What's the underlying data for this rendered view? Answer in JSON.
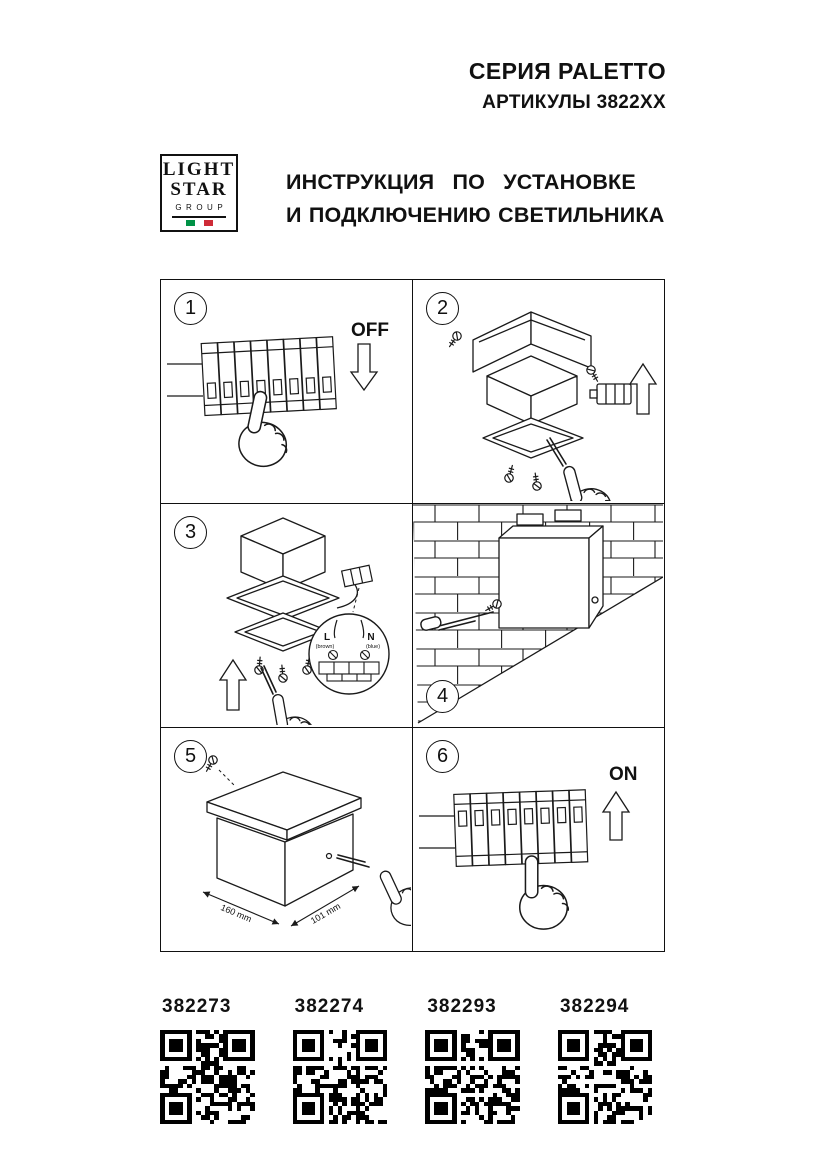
{
  "page": {
    "background": "#ffffff",
    "ink": "#111111"
  },
  "header": {
    "series": "СЕРИЯ PALETTO",
    "articles": "АРТИКУЛЫ 3822XX"
  },
  "logo": {
    "line1": "LIGHT",
    "line2": "STAR",
    "line3": "GROUP",
    "flag_green": "#009246",
    "flag_white": "#ffffff",
    "flag_red": "#ce2b37"
  },
  "title": {
    "line1": "ИНСТРУКЦИЯ ПО УСТАНОВКЕ",
    "line2": "И ПОДКЛЮЧЕНИЮ СВЕТИЛЬНИКА"
  },
  "steps": [
    {
      "number": "1",
      "switch_label": "OFF"
    },
    {
      "number": "2"
    },
    {
      "number": "3",
      "terminal": {
        "l": "L",
        "l_color": "(brown)",
        "n": "N",
        "n_color": "(blue)"
      }
    },
    {
      "number": "4"
    },
    {
      "number": "5",
      "width_label": "160 mm",
      "depth_label": "101 mm"
    },
    {
      "number": "6",
      "switch_label": "ON"
    }
  ],
  "qr_items": [
    {
      "code": "382273"
    },
    {
      "code": "382274"
    },
    {
      "code": "382293"
    },
    {
      "code": "382294"
    }
  ]
}
